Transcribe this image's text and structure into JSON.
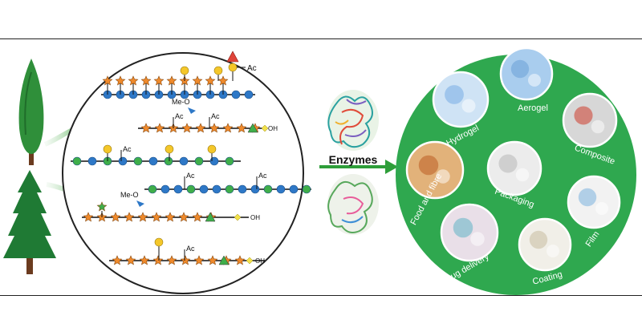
{
  "chemistry_labels": {
    "acetyl": "Ac",
    "methyl_ether": "Me-O",
    "hydroxyl": "OH"
  },
  "arrow_label": "Enzymes",
  "applications": [
    {
      "label": "Hydrogel"
    },
    {
      "label": "Aerogel"
    },
    {
      "label": "Composite"
    },
    {
      "label": "Food and fibre"
    },
    {
      "label": "Packaging"
    },
    {
      "label": "Film"
    },
    {
      "label": "Drug delivery"
    },
    {
      "label": "Coating"
    }
  ],
  "colors": {
    "application_circle": "#2fa84f",
    "mannose_green": "#3fae4a",
    "glucose_blue": "#2e78c7",
    "xylose_orange": "#ef8a2c",
    "galactose_yellow": "#f4c72a",
    "arrow_green": "#2e9e3a",
    "tree_green": "#2e8b3a"
  }
}
